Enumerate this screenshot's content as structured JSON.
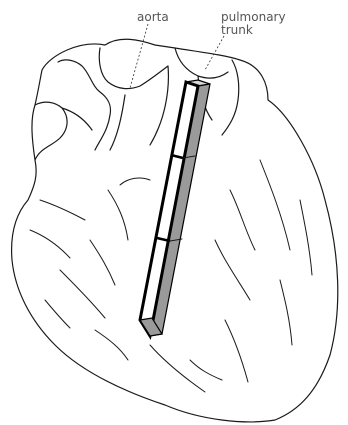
{
  "labels": {
    "aorta": "aorta",
    "pulmonary_trunk_line1": "pulmonary",
    "pulmonary_trunk_line2": "trunk"
  },
  "colors": {
    "stroke": "#1a1a1a",
    "rod_face": "#ffffff",
    "rod_side": "#9a9a9a",
    "background": "#ffffff"
  },
  "rod": {
    "segments": 3
  }
}
